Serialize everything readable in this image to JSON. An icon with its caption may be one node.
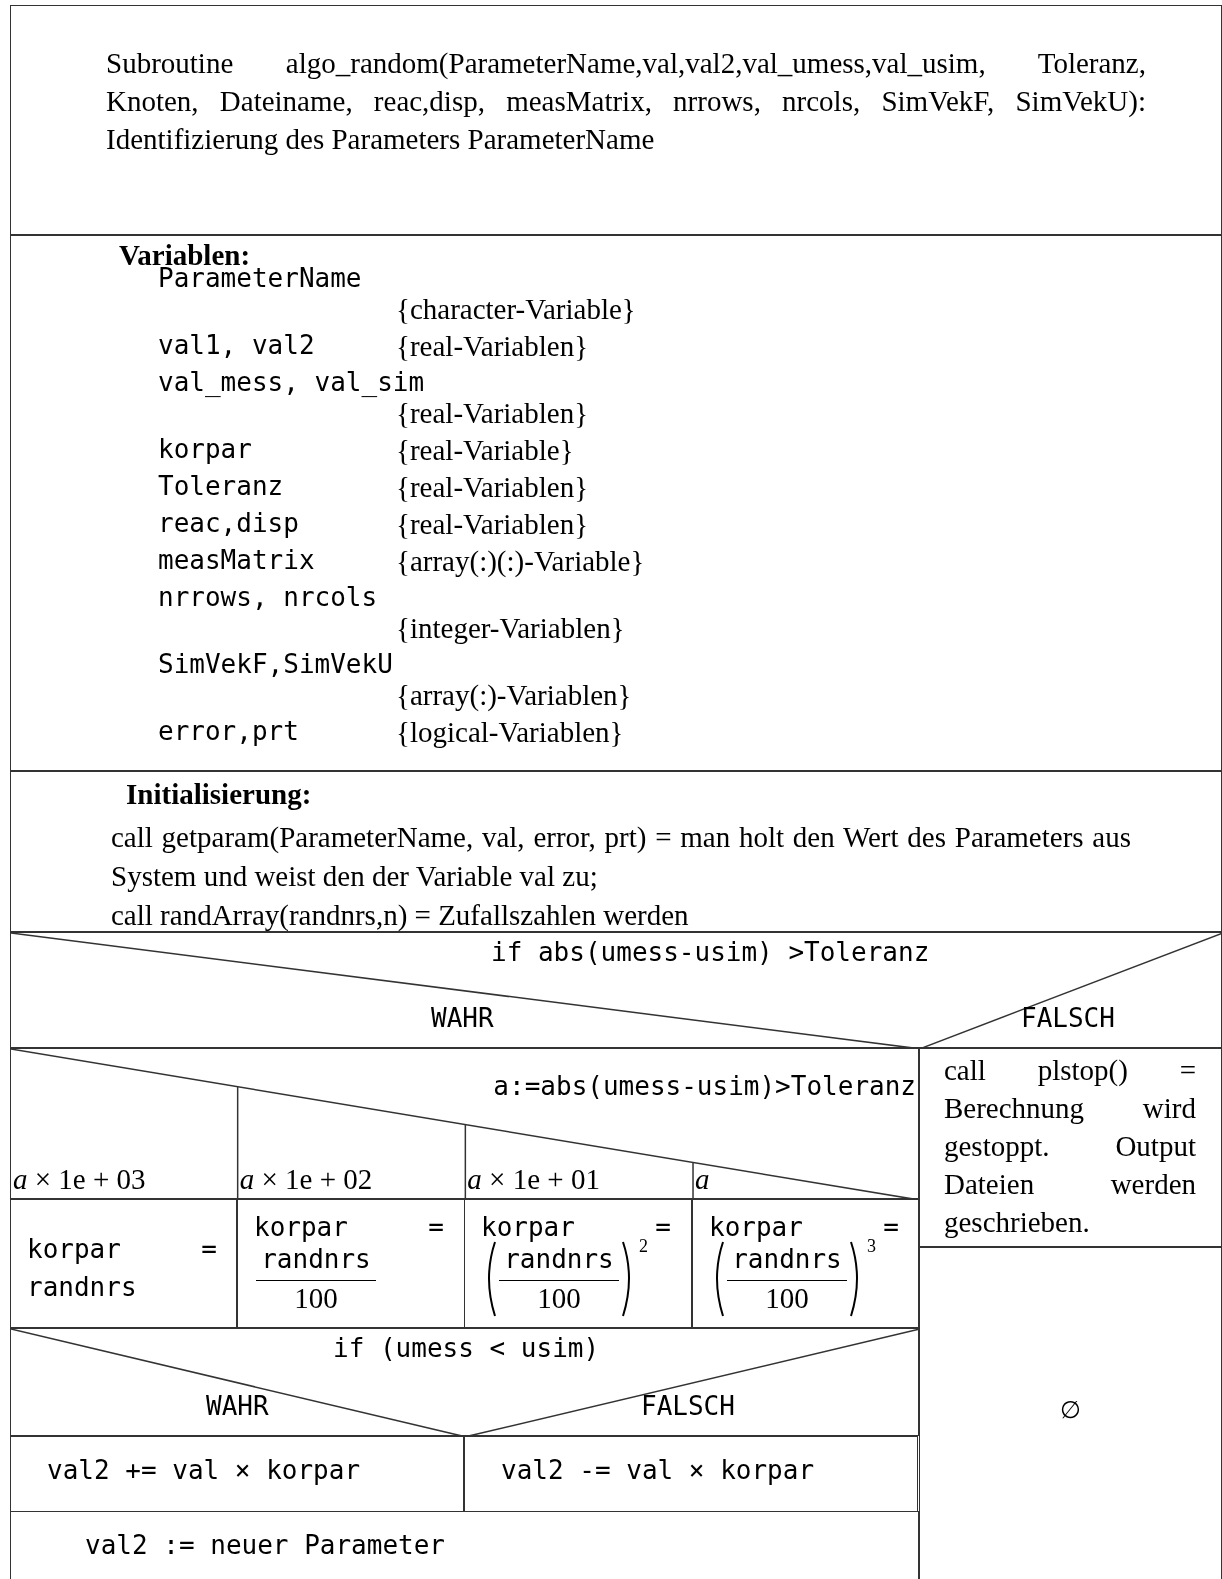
{
  "diagram": {
    "nodes": [
      {
        "text": [
          "Subroutine algo_random(ParameterName,val,val2,val_umess,val_usim, Toleranz, Knoten, Dateiname, reac,disp, measMatrix, nrrows, nrcols, SimVekF, SimVekU): Identifizierung des Parameters ParameterName"
        ]
      },
      {
        "text": [
          "Variablen:",
          "ParameterName",
          "{character-Variable}",
          "val1, val2",
          "{real-Variablen}",
          "val_mess, val_sim",
          "{real-Variablen}",
          "korpar",
          "{real-Variable}",
          "Toleranz",
          "{real-Variablen}",
          "reac,disp",
          "{real-Variablen}",
          "measMatrix",
          "{array(:)(:)-Variable}",
          "nrrows, nrcols",
          "{integer-Variablen}",
          "SimVekF,SimVekU",
          "{array(:)-Variablen}",
          "error,prt",
          "{logical-Variablen}"
        ]
      },
      {
        "text": [
          "Initialisierung:",
          "call getparam(ParameterName, val, error, prt) = man holt den Wert des Parameters aus System und weist den der Variable val zu;",
          "call randArray(randnrs,n) = Zufallszahlen werden"
        ]
      },
      {
        "text": [
          "if abs(umess-usim) >Toleranz",
          "WAHR",
          "FALSCH"
        ]
      },
      {
        "text": [
          "a:=abs(umess-usim)>Toleranz",
          "*a* × 1e + 03",
          "*a* × 1e + 02",
          "*a* × 1e + 01",
          "*a*"
        ]
      },
      {
        "text": [
          "korpar = randnrs"
        ]
      },
      {
        "text": [
          "korpar =",
          "randnrs",
          "100"
        ]
      },
      {
        "text": [
          "korpar =",
          "randnrs",
          "100",
          "2"
        ]
      },
      {
        "text": [
          "korpar =",
          "randnrs",
          "100",
          "3"
        ]
      },
      {
        "text": [
          "if (umess < usim)",
          "WAHR",
          "FALSCH"
        ]
      },
      {
        "text": [
          "val2 += val × korpar"
        ]
      },
      {
        "text": [
          "val2 -= val × korpar"
        ]
      },
      {
        "text": [
          "val2 := neuer Parameter"
        ]
      },
      {
        "text": [
          "call plstop() = Berechnung wird gestoppt. Output Dateien werden geschrieben."
        ]
      },
      {
        "text": [
          "∅"
        ]
      }
    ]
  }
}
